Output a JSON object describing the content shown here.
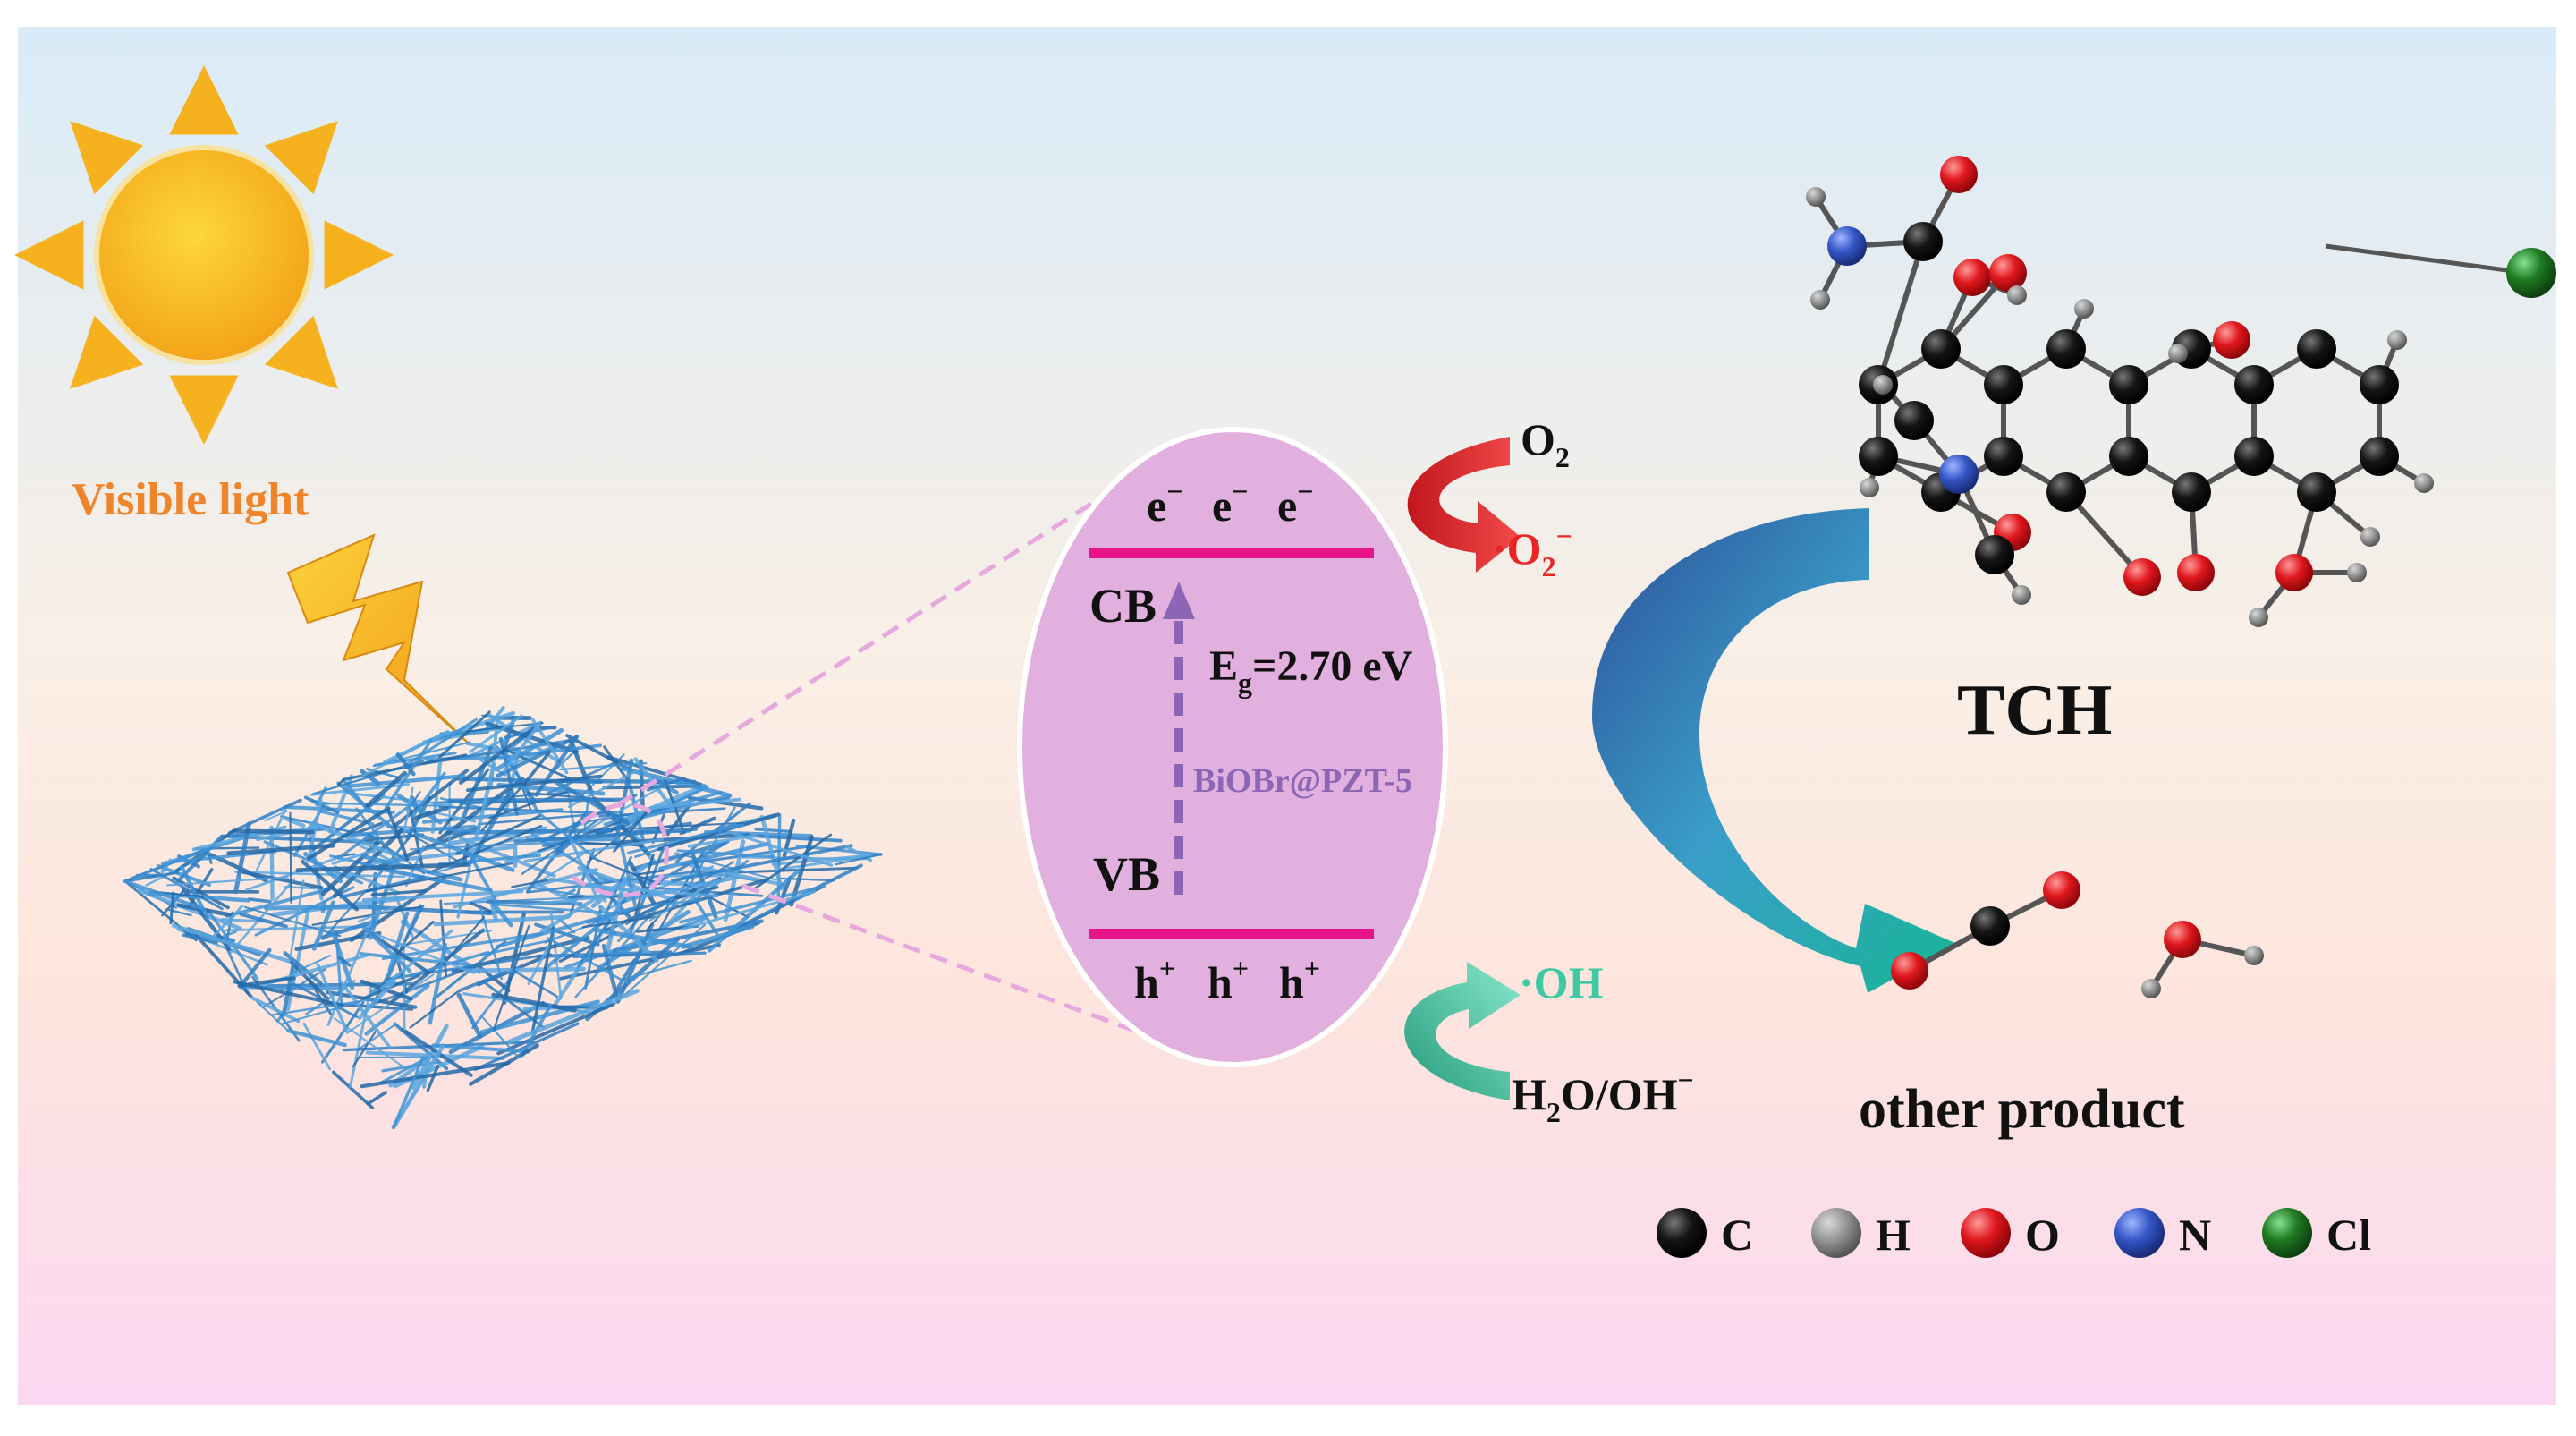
{
  "light": {
    "label": "Visible light"
  },
  "band": {
    "electrons": [
      "e",
      "e",
      "e"
    ],
    "electron_sup": "−",
    "cb": "CB",
    "vb": "VB",
    "gap_main": "E",
    "gap_sub": "g",
    "gap_value": "=2.70 eV",
    "material": "BiOBr@PZT-5",
    "holes": [
      "h",
      "h",
      "h"
    ],
    "hole_sup": "+"
  },
  "reactions": {
    "o2_main": "O",
    "o2_sub": "2",
    "superoxide_prefix": "·O",
    "superoxide_sub": "2",
    "superoxide_sup": "−",
    "hydroxyl": "·OH",
    "water_h": "H",
    "water_sub": "2",
    "water_rest": "O/OH",
    "water_sup": "−"
  },
  "molecule": {
    "name": "TCH"
  },
  "products": {
    "label": "other product"
  },
  "legend": [
    {
      "element": "C",
      "color": "#111111"
    },
    {
      "element": "H",
      "color": "#707070"
    },
    {
      "element": "O",
      "color": "#e0181e"
    },
    {
      "element": "N",
      "color": "#3557c7"
    },
    {
      "element": "Cl",
      "color": "#1f7a22"
    }
  ],
  "colors": {
    "band_line": "#e8148c",
    "ellipse_fill": "#e2b0df",
    "arrow_purple": "#8a66b5",
    "superoxide": "#ea2525",
    "hydroxyl": "#3ec9a2",
    "light_label": "#f0842a"
  }
}
